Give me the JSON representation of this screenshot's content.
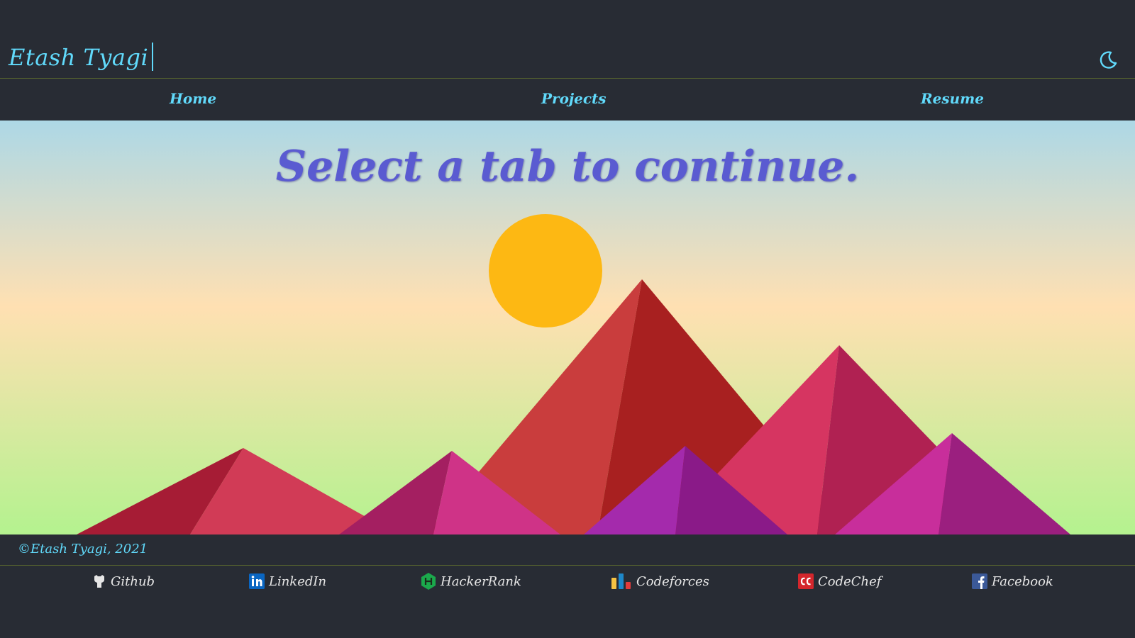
{
  "header": {
    "brand": "Etash Tyagi",
    "theme_icon": "moon-icon"
  },
  "nav": {
    "items": [
      {
        "label": "Home"
      },
      {
        "label": "Projects"
      },
      {
        "label": "Resume"
      }
    ]
  },
  "hero": {
    "title": "Select a tab to continue.",
    "illustration": {
      "sun_color": "#fdb813",
      "mountain_colors": [
        "#c93d3d",
        "#a82020",
        "#d63561",
        "#b02152",
        "#d13b56",
        "#a61c35",
        "#cf3387",
        "#a41f61",
        "#a42aac",
        "#8a1a88",
        "#c82e9b",
        "#9b1f7f"
      ]
    }
  },
  "footer": {
    "copyright": "©Etash Tyagi, 2021",
    "links": [
      {
        "label": "Github",
        "icon": "github-icon"
      },
      {
        "label": "LinkedIn",
        "icon": "linkedin-icon"
      },
      {
        "label": "HackerRank",
        "icon": "hackerrank-icon"
      },
      {
        "label": "Codeforces",
        "icon": "codeforces-icon"
      },
      {
        "label": "CodeChef",
        "icon": "codechef-icon"
      },
      {
        "label": "Facebook",
        "icon": "facebook-icon"
      }
    ]
  },
  "colors": {
    "background": "#282c34",
    "accent": "#61dafb",
    "title": "#5a5bd1",
    "divider": "#55622f"
  }
}
